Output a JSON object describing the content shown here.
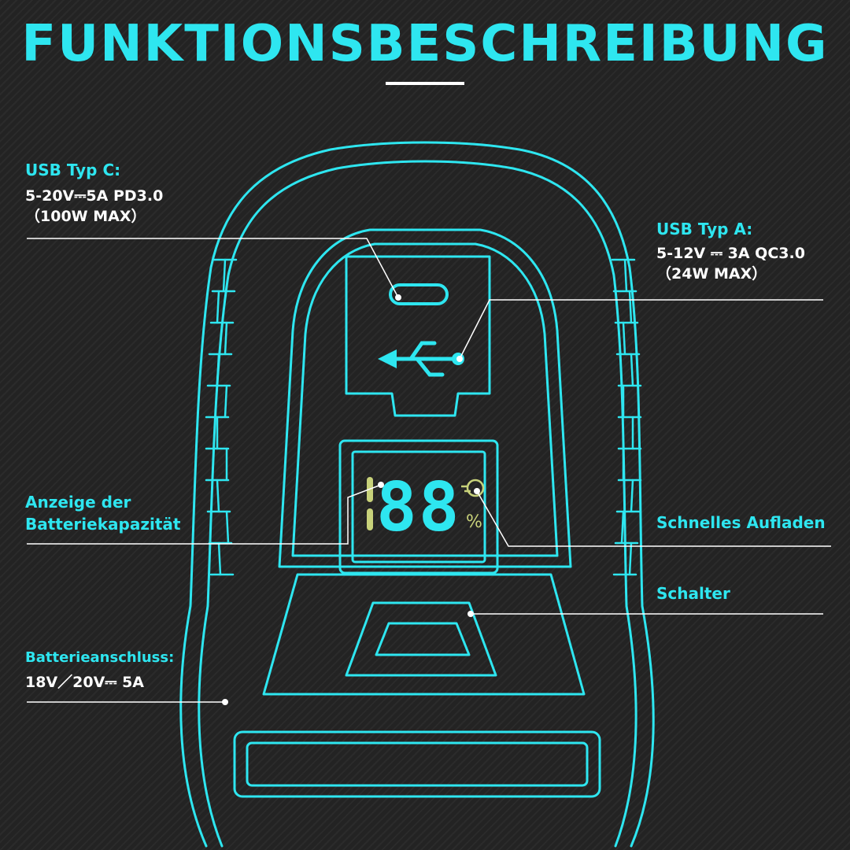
{
  "title": "FUNKTIONSBESCHREIBUNG",
  "colors": {
    "accent": "#2ee6f0",
    "background": "#232323",
    "text": "#ffffff",
    "indicator": "#c8d27a"
  },
  "callouts": {
    "usb_c": {
      "heading": "USB Typ C:",
      "spec_line1": "5-20V⎓5A PD3.0",
      "spec_line2": "（100W MAX）"
    },
    "usb_a": {
      "heading": "USB Typ A:",
      "spec_line1": "5-12V ⎓ 3A QC3.0",
      "spec_line2": "（24W MAX）"
    },
    "battery_display": {
      "heading_line1": "Anzeige der",
      "heading_line2": "Batteriekapazität"
    },
    "fast_charge": {
      "heading": "Schnelles Aufladen"
    },
    "switch": {
      "heading": "Schalter"
    },
    "battery_port": {
      "heading": "Batterieanschluss:",
      "spec_line1": "18V／20V⎓ 5A"
    }
  },
  "display": {
    "digits": "88",
    "percent_symbol": "%"
  },
  "icons": [
    "usb-c-port-icon",
    "usb-a-symbol-icon",
    "fast-charge-icon",
    "power-switch-icon",
    "battery-level-icon"
  ]
}
